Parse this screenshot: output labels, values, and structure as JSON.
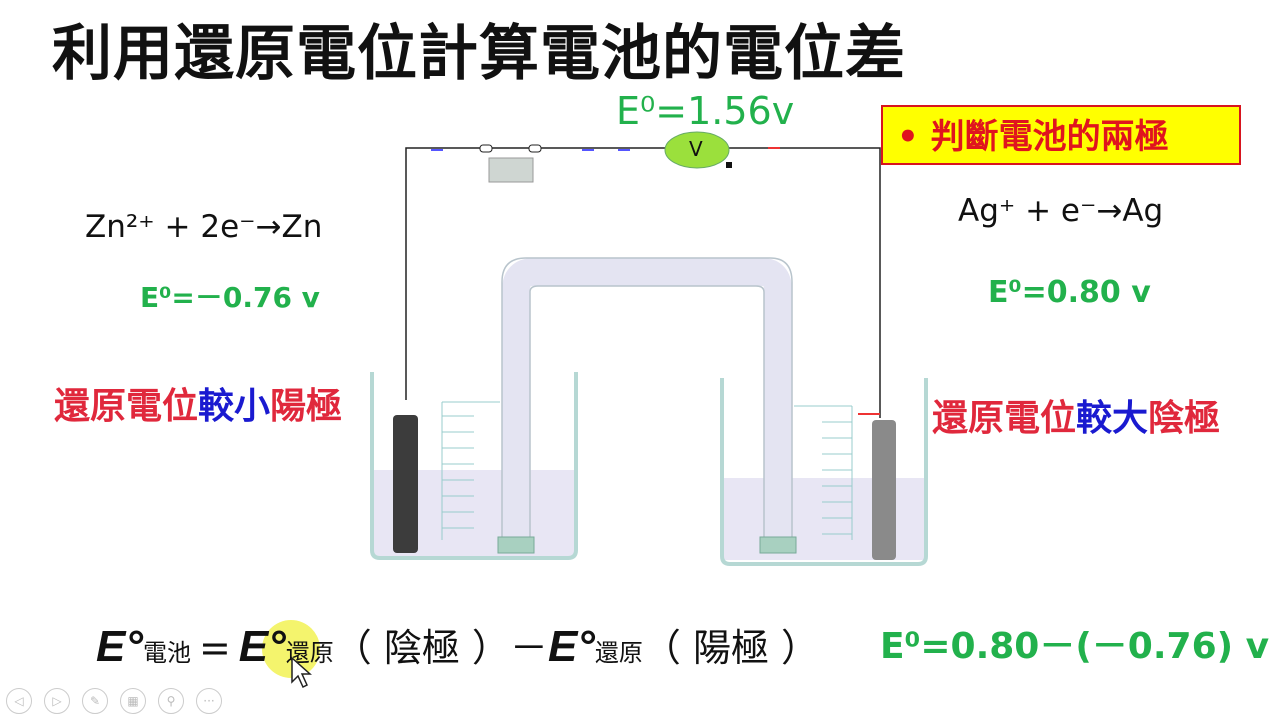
{
  "title": "利用還原電位計算電池的電位差",
  "cell_potential": "E⁰=1.56v",
  "voltmeter_symbol": "V",
  "judge_box": "• 判斷電池的兩極",
  "left": {
    "reaction": "Zn²⁺ + 2e⁻→Zn",
    "potential": "E⁰=－0.76 v",
    "label_red": "還原電位",
    "label_blue": "較小",
    "label_red2": "陽極"
  },
  "right": {
    "reaction": "Ag⁺ + e⁻→Ag",
    "potential": "E⁰=0.80 v",
    "label_red": "還原電位",
    "label_blue": "較大",
    "label_red2": "陰極"
  },
  "formula": {
    "E": "E°",
    "cell_sub": "電池",
    "equals": "=",
    "red_sub": "還原",
    "cathode": "（ 陰極 ）",
    "minus": "－",
    "anode": "（ 陽極 ）",
    "result": "E⁰=0.80－(－0.76)  v"
  },
  "nav_icons": [
    "prev-icon",
    "next-icon",
    "pen-icon",
    "slides-icon",
    "zoom-icon",
    "more-icon"
  ],
  "nav_glyphs": [
    "◁",
    "▷",
    "✎",
    "▦",
    "⚲",
    "···"
  ]
}
